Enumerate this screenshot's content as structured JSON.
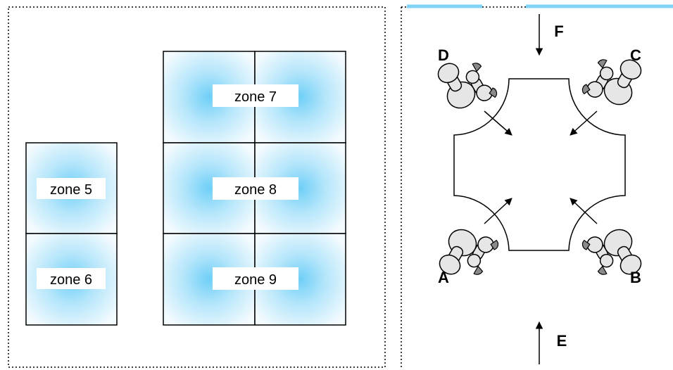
{
  "zones_panel": {
    "zones": [
      {
        "id": "zone5",
        "label": "zone 5"
      },
      {
        "id": "zone6",
        "label": "zone 6"
      },
      {
        "id": "zone7",
        "label": "zone 7"
      },
      {
        "id": "zone8",
        "label": "zone 8"
      },
      {
        "id": "zone9",
        "label": "zone 9"
      }
    ]
  },
  "workstation_panel": {
    "robots": [
      {
        "id": "A",
        "label": "A"
      },
      {
        "id": "B",
        "label": "B"
      },
      {
        "id": "C",
        "label": "C"
      },
      {
        "id": "D",
        "label": "D"
      }
    ],
    "flow_arrows": [
      {
        "id": "E",
        "label": "E"
      },
      {
        "id": "F",
        "label": "F"
      }
    ]
  },
  "colors": {
    "zone_glow": "#7fd3f7",
    "door_bar": "#7fd3f7",
    "robot_body": "#e6e6e6",
    "robot_tool": "#8a8a8a",
    "outline": "#000000"
  }
}
